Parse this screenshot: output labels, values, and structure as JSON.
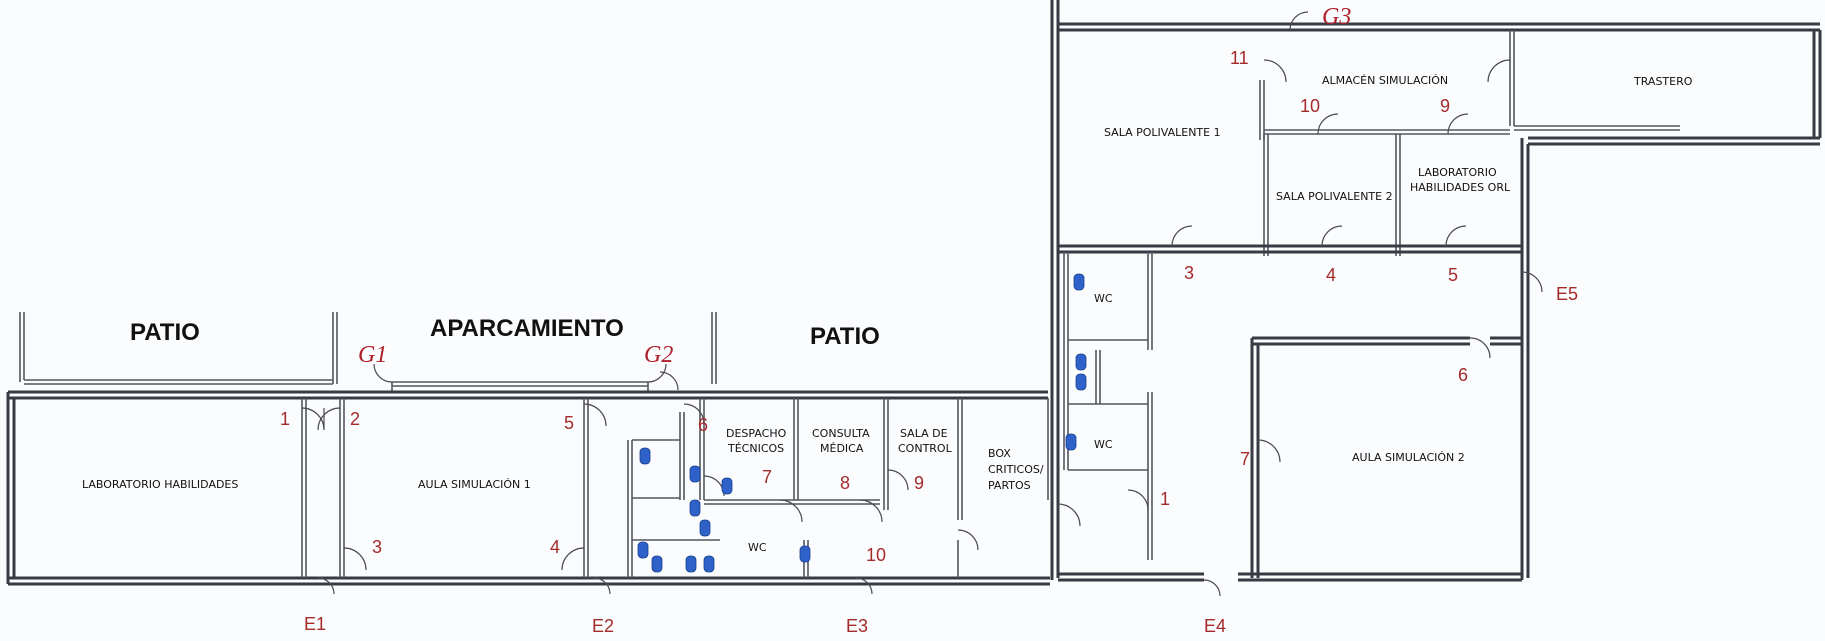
{
  "outdoor_labels": {
    "patio_left": "PATIO",
    "aparcamiento": "APARCAMIENTO",
    "patio_center": "PATIO"
  },
  "rooms": {
    "laboratorio_habilidades": "LABORATORIO HABILIDADES",
    "aula_simulacion_1": "AULA SIMULACIÓN 1",
    "despacho_tecnicos": [
      "DESPACHO",
      "TÉCNICOS"
    ],
    "consulta_medica": [
      "CONSULTA",
      "MÉDICA"
    ],
    "sala_de_control": [
      "SALA DE",
      "CONTROL"
    ],
    "box_criticos_partos": [
      "BOX",
      "CRITICOS/",
      "PARTOS"
    ],
    "wc_left": "WC",
    "wc_upper": "WC",
    "wc_lower": "WC",
    "sala_polivalente_1": "SALA POLIVALENTE 1",
    "almacen_simulacion": "ALMACÉN SIMULACIÓN",
    "trastero": "TRASTERO",
    "sala_polivalente_2": "SALA POLIVALENTE 2",
    "laboratorio_habilidades_orl": [
      "LABORATORIO",
      "HABILIDADES ORL"
    ],
    "aula_simulacion_2": "AULA SIMULACIÓN 2"
  },
  "gates": [
    "G1",
    "G2",
    "G3"
  ],
  "exits": [
    "E1",
    "E2",
    "E3",
    "E4",
    "E5"
  ],
  "door_numbers": {
    "d1_left": "1",
    "d2_left": "2",
    "d3_left": "3",
    "d4_left": "4",
    "d5_left": "5",
    "d6_left": "6",
    "d7_left": "7",
    "d8_left": "8",
    "d9_left": "9",
    "d10_left": "10",
    "d1_right": "1",
    "d3_right": "3",
    "d4_right": "4",
    "d5_right": "5",
    "d6_right": "6",
    "d7_right": "7",
    "d9_right": "9",
    "d10_right": "10",
    "d11_right": "11"
  },
  "colors": {
    "wall": "#3a3a44",
    "fixture": "#2f62c9",
    "annotation": "#a52a2a",
    "background": "#fbfcfe"
  }
}
